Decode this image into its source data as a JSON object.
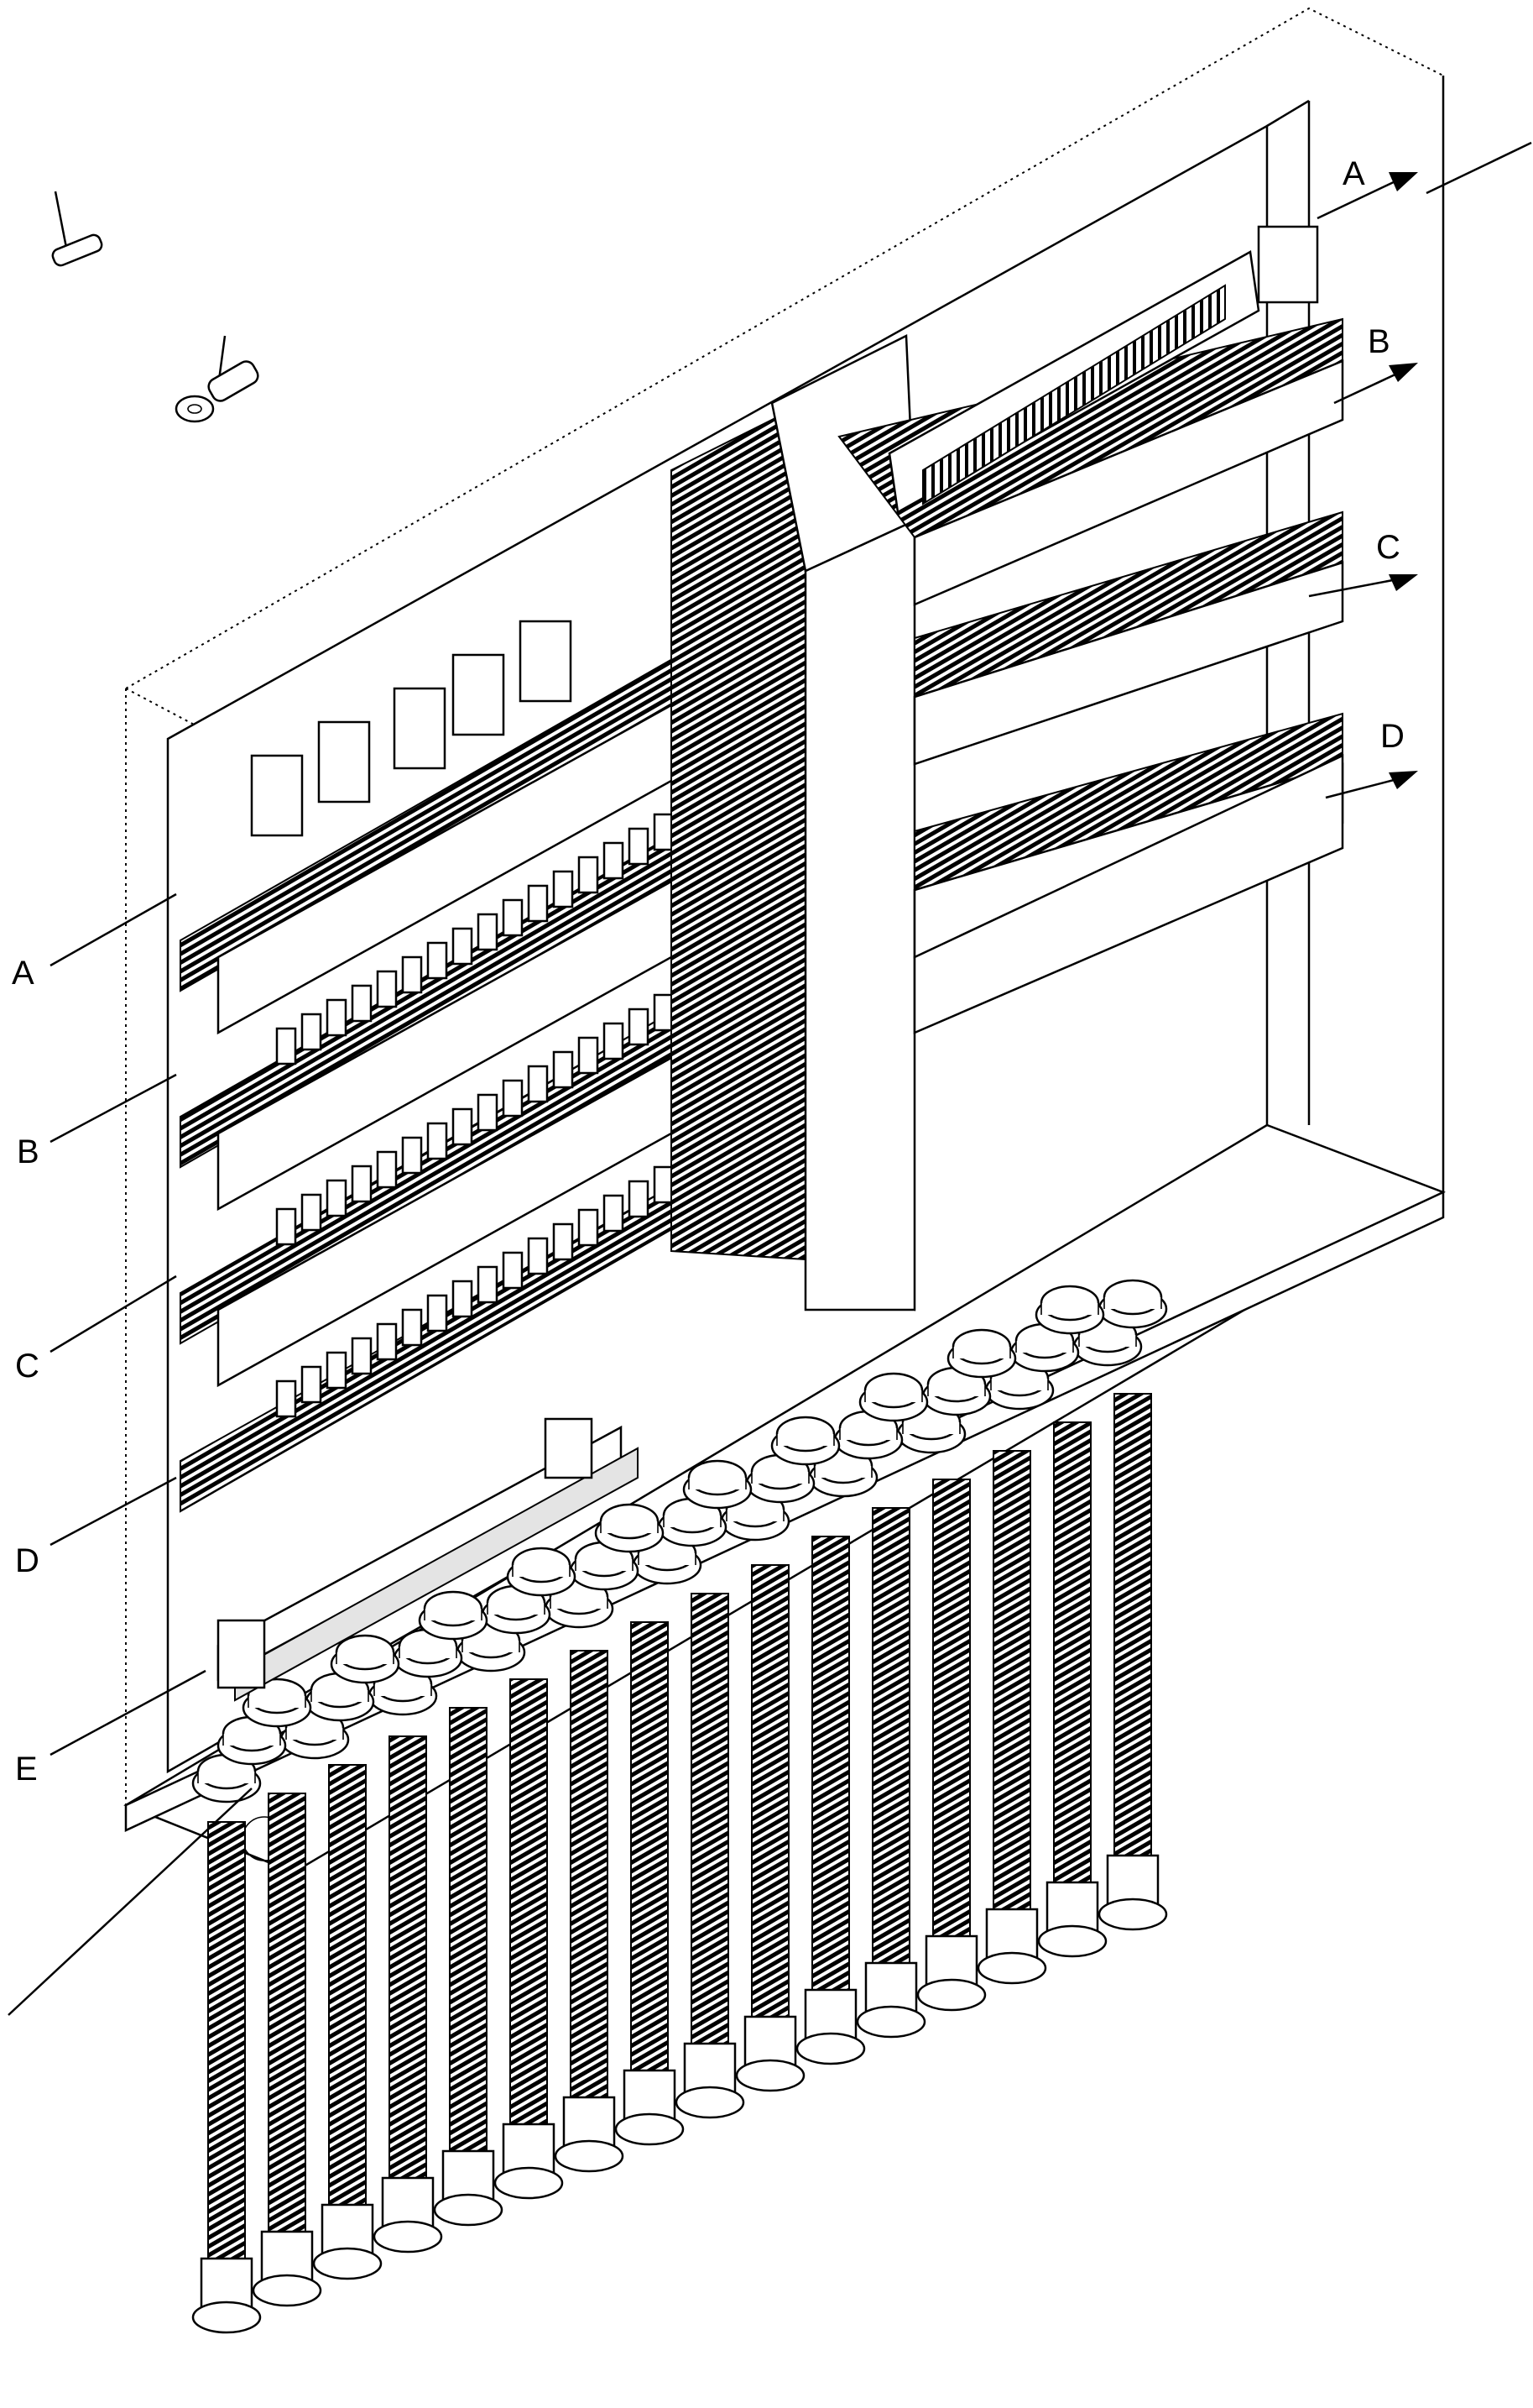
{
  "figure": {
    "callouts_left": [
      "A",
      "B",
      "C",
      "D",
      "E"
    ],
    "callouts_right": [
      "A",
      "B",
      "C",
      "D"
    ]
  },
  "icons": {
    "fuse": "fuse-icon",
    "ring_terminal": "ring-terminal-icon",
    "cable_gland": "cable-gland-icon",
    "conduit": "conduit-icon"
  },
  "colors": {
    "line": "#000000",
    "background": "#ffffff"
  }
}
